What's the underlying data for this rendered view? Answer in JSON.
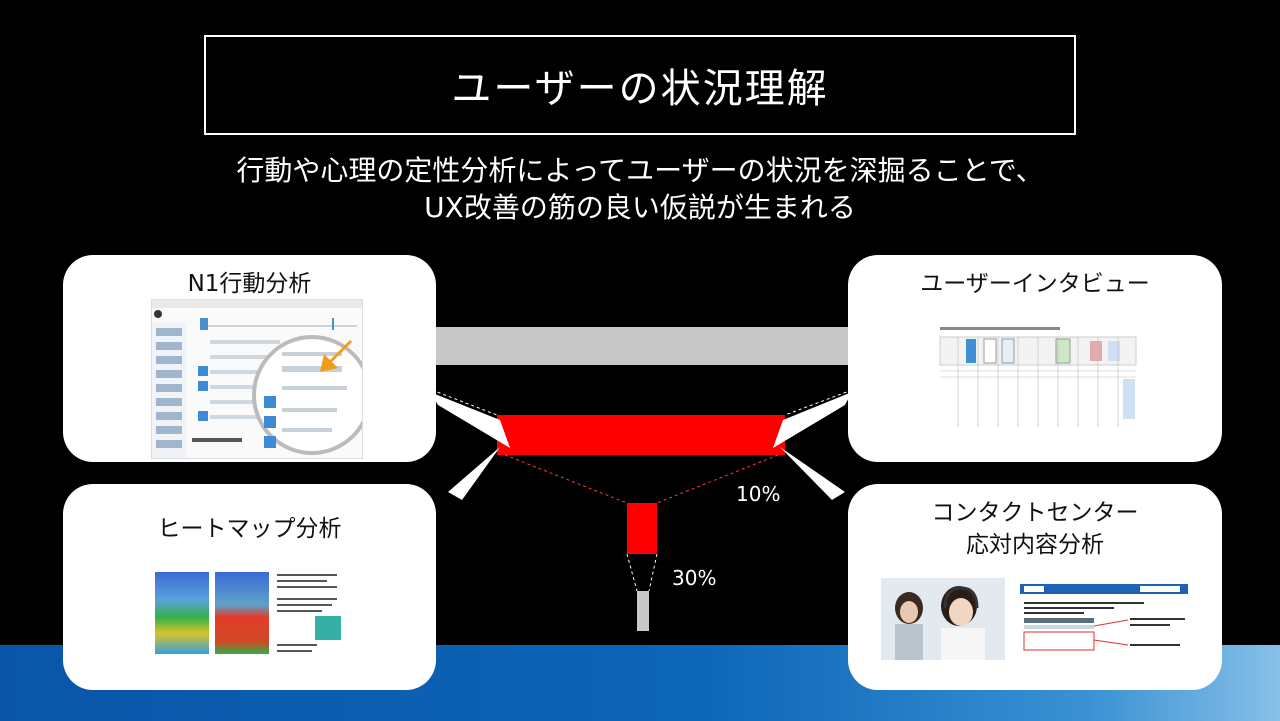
{
  "header": {
    "title": "ユーザーの状況理解"
  },
  "subtitle": {
    "line1": "行動や心理の定性分析によってユーザーの状況を深掘ることで、",
    "line2": "UX改善の筋の良い仮説が生まれる"
  },
  "funnel": {
    "label_10": "10%",
    "label_30": "30%"
  },
  "cards": {
    "n1": {
      "title": "N1行動分析"
    },
    "interview": {
      "title": "ユーザーインタビュー"
    },
    "heatmap": {
      "title": "ヒートマップ分析"
    },
    "contact": {
      "title_line1": "コンタクトセンター",
      "title_line2": "応対内容分析"
    }
  },
  "colors": {
    "funnel_red": "#ff0000",
    "funnel_gray": "#c8c8c8",
    "band_blue": "#0d66b8"
  }
}
